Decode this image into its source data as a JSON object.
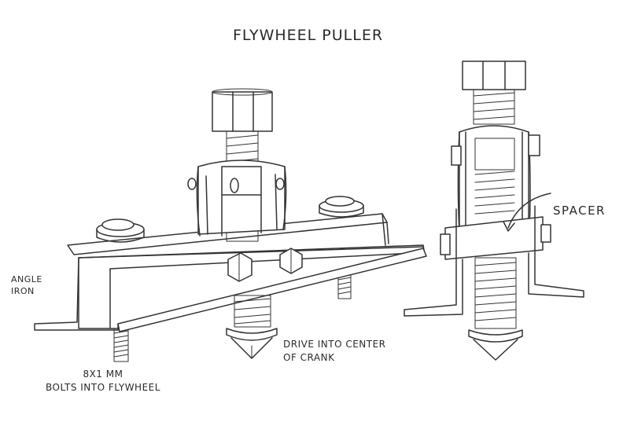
{
  "title": "Flywheel Puller",
  "labels": {
    "angle_iron_line1": "Angle",
    "angle_iron_line2": "Iron",
    "bolts_line1": "8x1 mm",
    "bolts_line2": "Bolts into flywheel",
    "drive_line1": "Drive into center",
    "drive_line2": "of crank",
    "spacer": "Spacer"
  },
  "colors": {
    "ink": "#333333",
    "paper": "#ffffff"
  }
}
